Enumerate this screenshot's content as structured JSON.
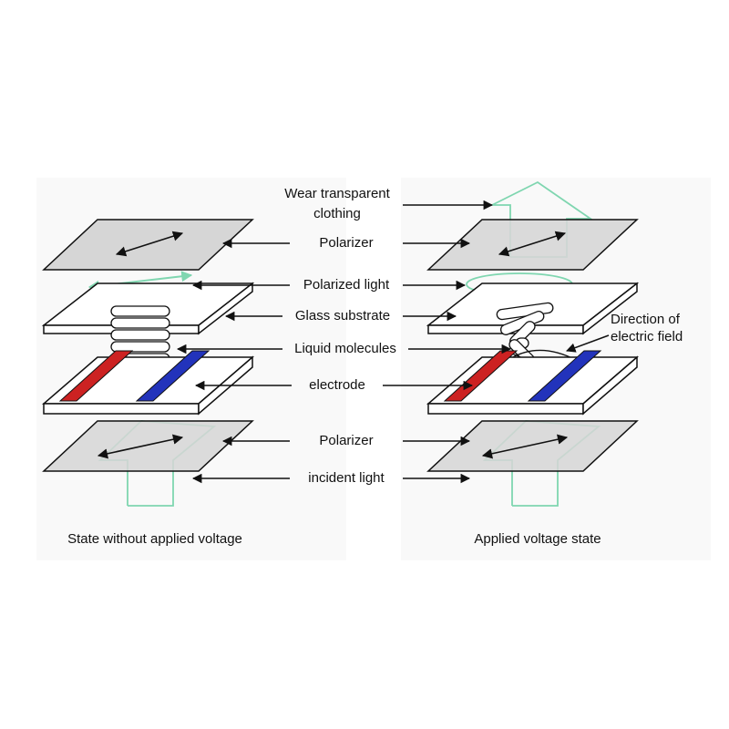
{
  "labels": {
    "wear_transparent": "Wear transparent",
    "clothing": "clothing",
    "polarizer_top": "Polarizer",
    "polarized_light": "Polarized light",
    "glass_substrate": "Glass substrate",
    "liquid_molecules": "Liquid molecules",
    "electrode": "electrode",
    "polarizer_bottom": "Polarizer",
    "incident_light": "incident light",
    "direction_of": "Direction of",
    "electric_field": "electric field"
  },
  "captions": {
    "left": "State without applied voltage",
    "right": "Applied voltage state"
  },
  "colors": {
    "light_arrow": "#7fd6b0",
    "polarizer_fill": "#d6d6d6",
    "electrode_red": "#cc2222",
    "electrode_blue": "#2233bb",
    "outline": "#111111"
  }
}
